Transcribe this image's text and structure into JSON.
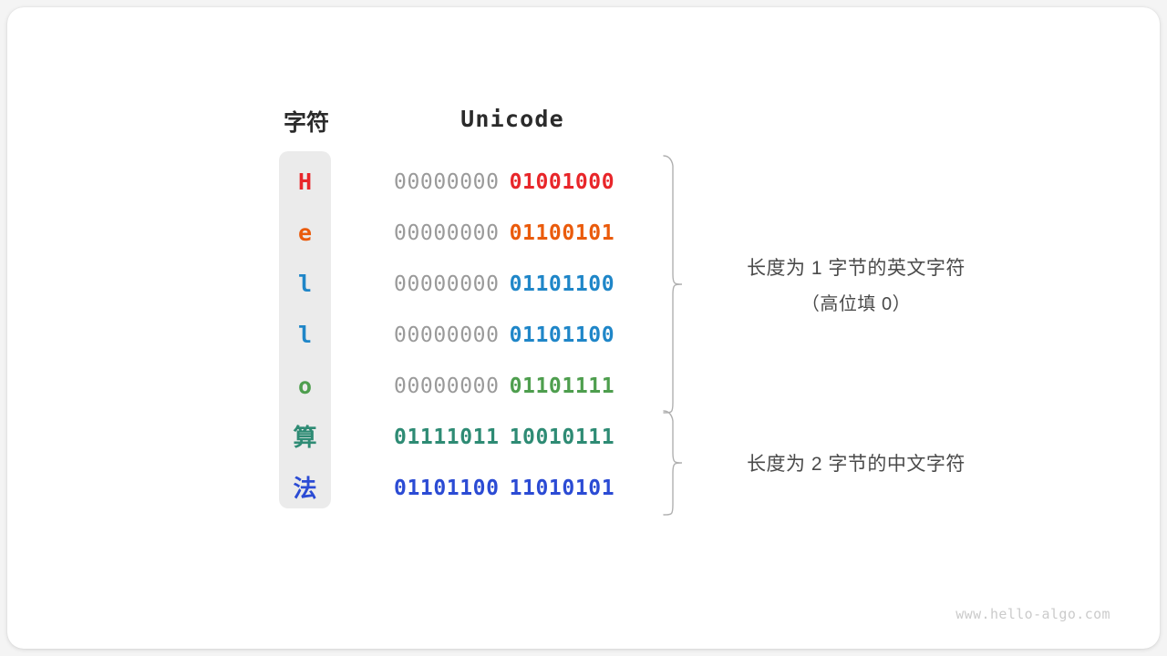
{
  "figure": {
    "title_chars": "字符",
    "title_unicode": "Unicode",
    "watermark": "www.hello-algo.com"
  },
  "colors": {
    "red": "#e8262a",
    "orange": "#ea5b0c",
    "blue": "#1f86c8",
    "green": "#4e9e4e",
    "teal": "#2e8b74",
    "royal": "#2b4bd4",
    "gray_bits": "#9a9a9a",
    "pill_bg": "#ebebeb",
    "brace": "#b0b0b0",
    "text": "#4a4a4a"
  },
  "rows": [
    {
      "char": "H",
      "color": "#e8262a",
      "high": "00000000",
      "low": "01001000",
      "cjk": false
    },
    {
      "char": "e",
      "color": "#ea5b0c",
      "high": "00000000",
      "low": "01100101",
      "cjk": false
    },
    {
      "char": "l",
      "color": "#1f86c8",
      "high": "00000000",
      "low": "01101100",
      "cjk": false
    },
    {
      "char": "l",
      "color": "#1f86c8",
      "high": "00000000",
      "low": "01101100",
      "cjk": false
    },
    {
      "char": "o",
      "color": "#4e9e4e",
      "high": "00000000",
      "low": "01101111",
      "cjk": false
    },
    {
      "char": "算",
      "color": "#2e8b74",
      "high": "01111011",
      "low": "10010111",
      "cjk": true
    },
    {
      "char": "法",
      "color": "#2b4bd4",
      "high": "01101100",
      "low": "11010101",
      "cjk": true
    }
  ],
  "annotations": [
    {
      "line1": "长度为 1 字节的英文字符",
      "line2": "（高位填 0）",
      "covers_rows": [
        0,
        1,
        2,
        3,
        4
      ]
    },
    {
      "line1": "长度为 2 字节的中文字符",
      "line2": "",
      "covers_rows": [
        5,
        6
      ]
    }
  ]
}
